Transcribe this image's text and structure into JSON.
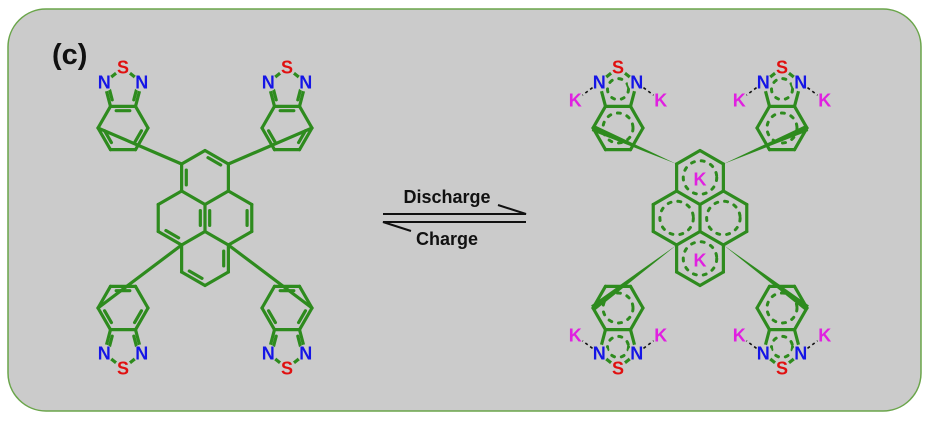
{
  "panel": {
    "label": "(c)",
    "background": "#cbcbcb",
    "border_color": "#6aa54a"
  },
  "reaction": {
    "forward_label": "Discharge",
    "reverse_label": "Charge",
    "arrow_color": "#111111"
  },
  "atoms": {
    "nitrogen": "N",
    "sulfur": "S",
    "potassium": "K"
  },
  "colors": {
    "bond": "#2e8b1e",
    "nitrogen": "#1515e6",
    "sulfur": "#e01010",
    "potassium": "#e020e0"
  }
}
